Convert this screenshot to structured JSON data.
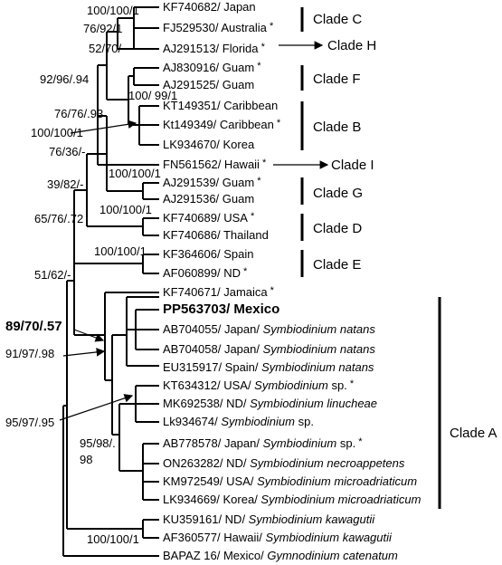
{
  "taxa": [
    {
      "acc": "KF740682/ Japan",
      "sp": "",
      "star": false
    },
    {
      "acc": "FJ529530/ Australia",
      "sp": "",
      "star": true
    },
    {
      "acc": "AJ291513/ Florida",
      "sp": "",
      "star": true
    },
    {
      "acc": "AJ830916/ Guam",
      "sp": "",
      "star": true
    },
    {
      "acc": "AJ291525/ Guam",
      "sp": "",
      "star": false
    },
    {
      "acc": "KT149351/ Caribbean",
      "sp": "",
      "star": false
    },
    {
      "acc": "Kt149349/ Caribbean",
      "sp": "",
      "star": true
    },
    {
      "acc": "LK934670/ Korea",
      "sp": "",
      "star": false
    },
    {
      "acc": "FN561562/ Hawaii",
      "sp": "",
      "star": true
    },
    {
      "acc": "AJ291539/ Guam",
      "sp": "",
      "star": true
    },
    {
      "acc": "AJ291536/ Guam",
      "sp": "",
      "star": false
    },
    {
      "acc": "KF740689/ USA",
      "sp": "",
      "star": true
    },
    {
      "acc": "KF740686/ Thailand",
      "sp": "",
      "star": false
    },
    {
      "acc": "KF364606/ Spain",
      "sp": "",
      "star": false
    },
    {
      "acc": "AF060899/ ND",
      "sp": "",
      "star": true
    },
    {
      "acc": "KF740671/ Jamaica",
      "sp": "",
      "star": true
    },
    {
      "acc": "PP563703/ Mexico",
      "sp": "",
      "star": false,
      "bold": true
    },
    {
      "acc": "AB704055/ Japan/ ",
      "sp": "Symbiodinium natans",
      "star": false
    },
    {
      "acc": "AB704058/ Japan/ ",
      "sp": "Symbiodinium natans",
      "star": false
    },
    {
      "acc": "EU315917/ Spain/ ",
      "sp": "Symbiodinium natans",
      "star": false
    },
    {
      "acc": "KT634312/ USA/ ",
      "sp": "Symbiodinium",
      "sp2": " sp.",
      "star": true
    },
    {
      "acc": "MK692538/ ND/ ",
      "sp": "Symbiodinium linucheae",
      "star": false
    },
    {
      "acc": "Lk934674/ ",
      "sp": "Symbiodinium",
      "sp2": " sp.",
      "star": false
    },
    {
      "acc": "AB778578/ Japan/ ",
      "sp": "Symbiodinium",
      "sp2": " sp.",
      "star": true
    },
    {
      "acc": "ON263282/ ND/ ",
      "sp": "Symbiodinium necroappetens",
      "star": false
    },
    {
      "acc": "KM972549/ USA/ ",
      "sp": "Symbiodinium microadriaticum",
      "star": false
    },
    {
      "acc": "LK934669/ Korea/ ",
      "sp": "Symbiodinium microadriaticum",
      "star": false
    },
    {
      "acc": "KU359161/ ND/ ",
      "sp": "Symbiodinium kawagutii",
      "star": false
    },
    {
      "acc": "AF360577/ Hawaii/ ",
      "sp": "Symbiodinium kawagutii",
      "star": false
    },
    {
      "acc": "BAPAZ 16/ Mexico/ ",
      "sp": "Gymnodinium catenatum",
      "star": false
    }
  ],
  "supports": [
    {
      "t": "100/100/1"
    },
    {
      "t": "76/92/1"
    },
    {
      "t": "52/70/-"
    },
    {
      "t": "92/96/.94"
    },
    {
      "t": "100/ 99/1"
    },
    {
      "t": "76/76/.93"
    },
    {
      "t": "100/100/1"
    },
    {
      "t": "76/36/-"
    },
    {
      "t": "100/100/1"
    },
    {
      "t": "39/82/-"
    },
    {
      "t": "100/100/1"
    },
    {
      "t": "65/76/.72"
    },
    {
      "t": "100/100/1"
    },
    {
      "t": "51/62/-"
    },
    {
      "t": "89/70/.57",
      "bold": true
    },
    {
      "t": "91/97/.98"
    },
    {
      "t": "95/97/.95"
    },
    {
      "t": "95/98/."
    },
    {
      "t": "98"
    },
    {
      "t": "100/100/1"
    }
  ],
  "clades": [
    {
      "label": "Clade C"
    },
    {
      "label": "Clade H"
    },
    {
      "label": "Clade F"
    },
    {
      "label": "Clade B"
    },
    {
      "label": "Clade I"
    },
    {
      "label": "Clade G"
    },
    {
      "label": "Clade D"
    },
    {
      "label": "Clade E"
    },
    {
      "label": "Clade A"
    }
  ]
}
